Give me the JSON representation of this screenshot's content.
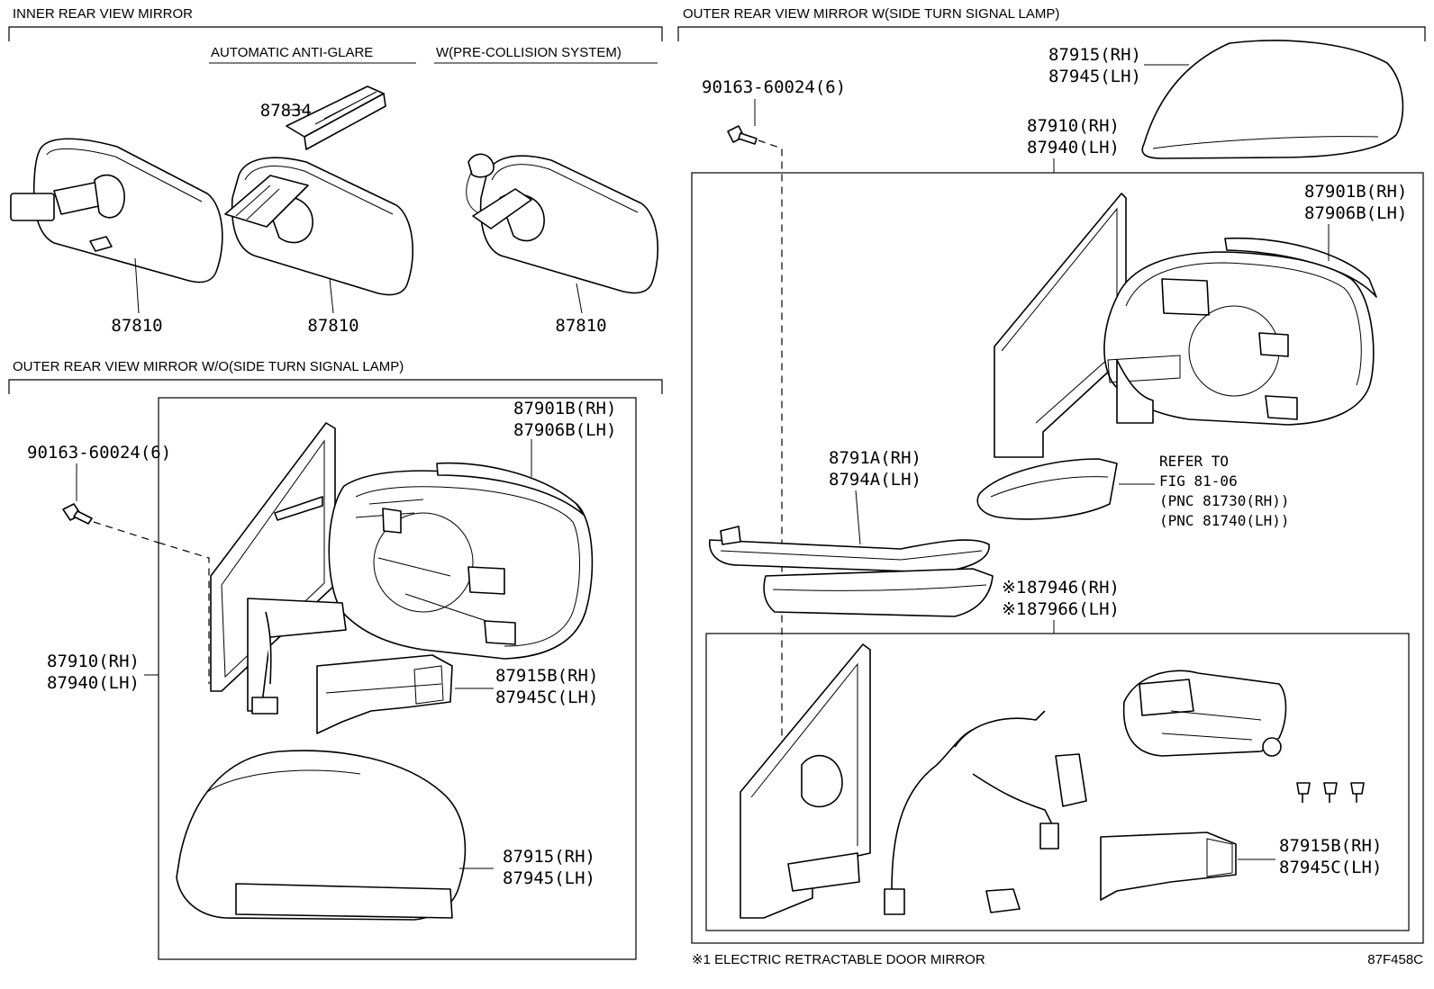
{
  "sections": {
    "inner": "INNER REAR VIEW MIRROR",
    "outer_wo": "OUTER REAR VIEW MIRROR  W/O(SIDE TURN SIGNAL LAMP)",
    "outer_w": "OUTER REAR VIEW MIRROR  W(SIDE TURN SIGNAL LAMP)"
  },
  "subheads": {
    "auto_anti_glare": "AUTOMATIC ANTI-GLARE",
    "pre_collision": "W(PRE-COLLISION SYSTEM)"
  },
  "inner_parts": {
    "sensor": "87834",
    "mirror_1": "87810",
    "mirror_2": "87810",
    "mirror_3": "87810"
  },
  "wo_parts": {
    "screw": "90163-60024(6)",
    "housing_rh": "87901B(RH)",
    "housing_lh": "87906B(LH)",
    "mirror_rh": "87910(RH)",
    "mirror_lh": "87940(LH)",
    "cover_b_rh": "87915B(RH)",
    "cover_c_lh": "87945C(LH)",
    "cover_rh": "87915(RH)",
    "cover_lh": "87945(LH)"
  },
  "w_parts": {
    "screw": "90163-60024(6)",
    "cover_rh": "87915(RH)",
    "cover_lh": "87945(LH)",
    "mirror_rh": "87910(RH)",
    "mirror_lh": "87940(LH)",
    "housing_rh": "87901B(RH)",
    "housing_lh": "87906B(LH)",
    "lamp_holder_rh": "8791A(RH)",
    "lamp_holder_lh": "8794A(LH)",
    "refer_1": "REFER TO",
    "refer_2": "FIG 81-06",
    "refer_3": "(PNC 81730(RH))",
    "refer_4": "(PNC 81740(LH))",
    "retract_rh_mark": "※1",
    "retract_rh": "87946(RH)",
    "retract_lh_mark": "※1",
    "retract_lh": "87966(LH)",
    "cover_b_rh": "87915B(RH)",
    "cover_c_lh": "87945C(LH)"
  },
  "footer": {
    "note": "※1 ELECTRIC RETRACTABLE DOOR MIRROR",
    "figure_code": "87F458C"
  }
}
